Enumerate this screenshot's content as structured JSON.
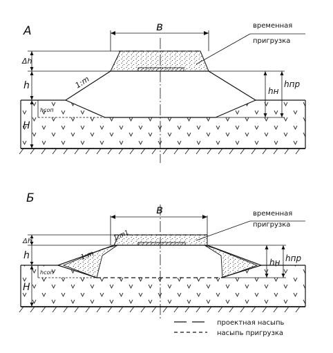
{
  "panel_a": {
    "label": "А",
    "width_label": "в",
    "note_line1": "временная",
    "note_line2": "пригрузка",
    "slope_label": "1:m",
    "dh_label": "Δh",
    "h_label": "h",
    "hn_label": "hн",
    "hnp_label": "hпр",
    "hr_label": "hсоп",
    "H_label": "H"
  },
  "panel_b": {
    "label": "Б",
    "width_label": "в",
    "note_line1": "временная",
    "note_line2": "пригрузка",
    "slope_label": "1:m",
    "slope_top_label": "1:m1",
    "dh_label": "Δh",
    "h_label": "h",
    "hn_label": "hн",
    "hnp_label": "hпр",
    "hr_label": "hсоп",
    "H_label": "H"
  },
  "legend": {
    "design_fill": "проектная насыпь",
    "surcharge_fill": "насыпь пригрузка"
  }
}
